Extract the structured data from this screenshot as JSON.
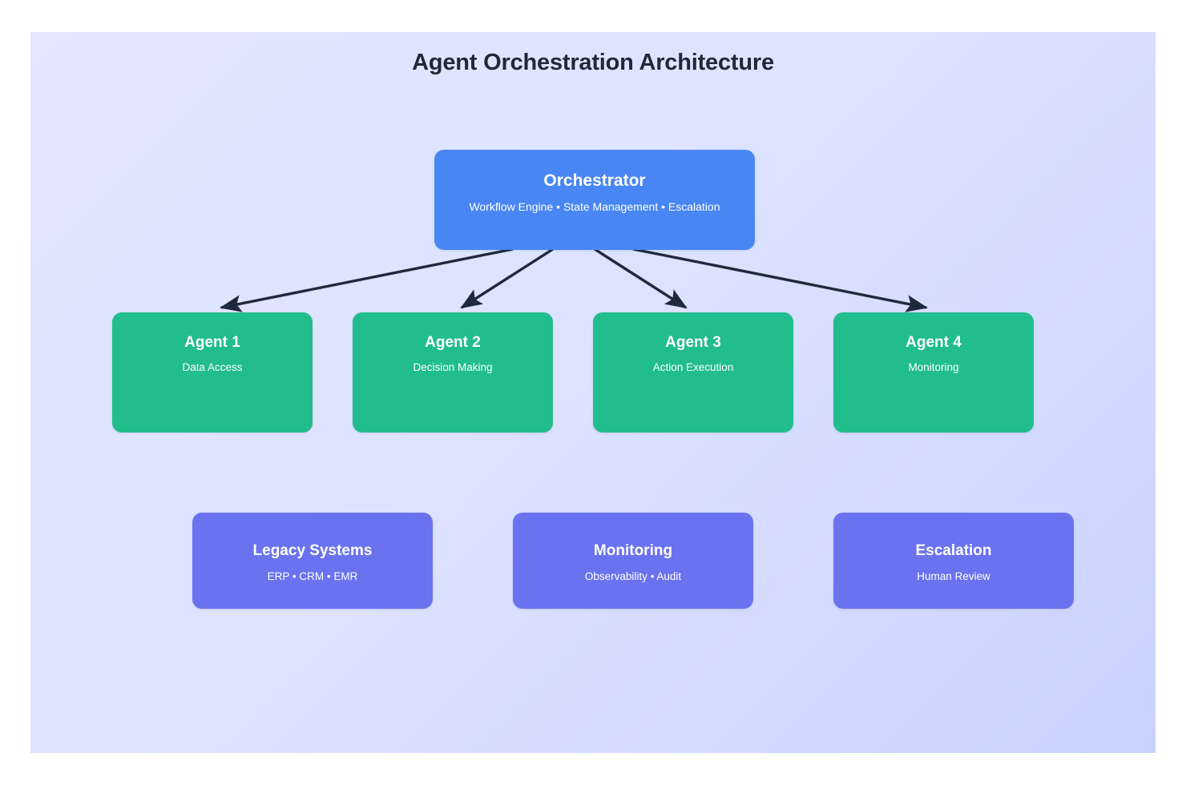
{
  "diagram": {
    "title": "Agent Orchestration Architecture",
    "type": "hierarchical-block-diagram",
    "canvas": {
      "background_start": "#e3e7ff",
      "background_end": "#c9d2ff",
      "page_background": "#ffffff"
    },
    "colors": {
      "title_text": "#1f2937",
      "orchestrator": "#4886f4",
      "agent": "#21bd8c",
      "support": "#6b72ef",
      "arrow": "#1e293b",
      "node_text": "#ffffff"
    }
  },
  "orchestrator": {
    "title": "Orchestrator",
    "subtitle": "Workflow Engine • State Management • Escalation"
  },
  "agents": [
    {
      "title": "Agent 1",
      "subtitle": "Data Access"
    },
    {
      "title": "Agent 2",
      "subtitle": "Decision Making"
    },
    {
      "title": "Agent 3",
      "subtitle": "Action Execution"
    },
    {
      "title": "Agent 4",
      "subtitle": "Monitoring"
    }
  ],
  "support": [
    {
      "title": "Legacy Systems",
      "subtitle": "ERP • CRM • EMR"
    },
    {
      "title": "Monitoring",
      "subtitle": "Observability • Audit"
    },
    {
      "title": "Escalation",
      "subtitle": "Human Review"
    }
  ],
  "connections": [
    {
      "from": "Orchestrator",
      "to": "Agent 1",
      "style": "solid-arrow"
    },
    {
      "from": "Orchestrator",
      "to": "Agent 2",
      "style": "solid-arrow"
    },
    {
      "from": "Orchestrator",
      "to": "Agent 3",
      "style": "solid-arrow"
    },
    {
      "from": "Orchestrator",
      "to": "Agent 4",
      "style": "solid-arrow"
    }
  ]
}
